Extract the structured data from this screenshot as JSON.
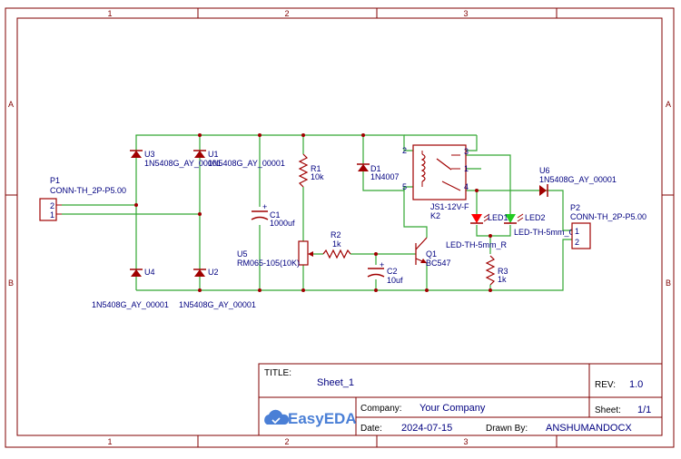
{
  "frame": {
    "columns": [
      "1",
      "2",
      "3"
    ],
    "rows": [
      "A",
      "B"
    ]
  },
  "title_block": {
    "title_key": "TITLE:",
    "title": "Sheet_1",
    "rev_key": "REV:",
    "rev": "1.0",
    "company_key": "Company:",
    "company": "Your Company",
    "sheet_key": "Sheet:",
    "sheet": "1/1",
    "date_key": "Date:",
    "date": "2024-07-15",
    "drawn_by_key": "Drawn By:",
    "drawn_by": "ANSHUMANDOCX",
    "logo_text": "EasyEDA"
  },
  "components": {
    "P1": {
      "ref": "P1",
      "value": "CONN-TH_2P-P5.00",
      "pin_top": "2",
      "pin_bottom": "1"
    },
    "U3": {
      "ref": "U3",
      "value": "1N5408G_AY_00001"
    },
    "U1": {
      "ref": "U1",
      "value": "1N5408G_AY_00001"
    },
    "U4": {
      "ref": "U4",
      "value": "1N5408G_AY_00001"
    },
    "U2": {
      "ref": "U2",
      "value": "1N5408G_AY_00001"
    },
    "C1": {
      "ref": "C1",
      "value": "1000uf",
      "polarity": "+"
    },
    "R1": {
      "ref": "R1",
      "value": "10k"
    },
    "U5": {
      "ref": "U5",
      "value": "RM065-105(10K)"
    },
    "R2": {
      "ref": "R2",
      "value": "1k"
    },
    "D1": {
      "ref": "D1",
      "value": "1N4007"
    },
    "C2": {
      "ref": "C2",
      "value": "10uf",
      "polarity": "+"
    },
    "Q1": {
      "ref": "Q1",
      "value": "BC547"
    },
    "K2": {
      "ref": "K2",
      "value": "JS1-12V-F",
      "pin_2": "2",
      "pin_5": "5",
      "pin_3": "3",
      "pin_1": "1",
      "pin_4": "4"
    },
    "LED1": {
      "ref": "LED1",
      "value": "LED-TH-5mm_R"
    },
    "LED2": {
      "ref": "LED2",
      "value": "LED-TH-5mm_G"
    },
    "R3": {
      "ref": "R3",
      "value": "1k"
    },
    "U6": {
      "ref": "U6",
      "value": "1N5408G_AY_00001"
    },
    "P2": {
      "ref": "P2",
      "value": "CONN-TH_2P-P5.00",
      "pin_top": "1",
      "pin_bottom": "2"
    }
  },
  "colors": {
    "frame": "#800000",
    "wire": "#33a833",
    "component": "#a00000",
    "text": "#000080",
    "junction": "#a00000",
    "brand": "#4a7fd6",
    "led_red": "#ff0000",
    "led_green": "#22cc22"
  }
}
